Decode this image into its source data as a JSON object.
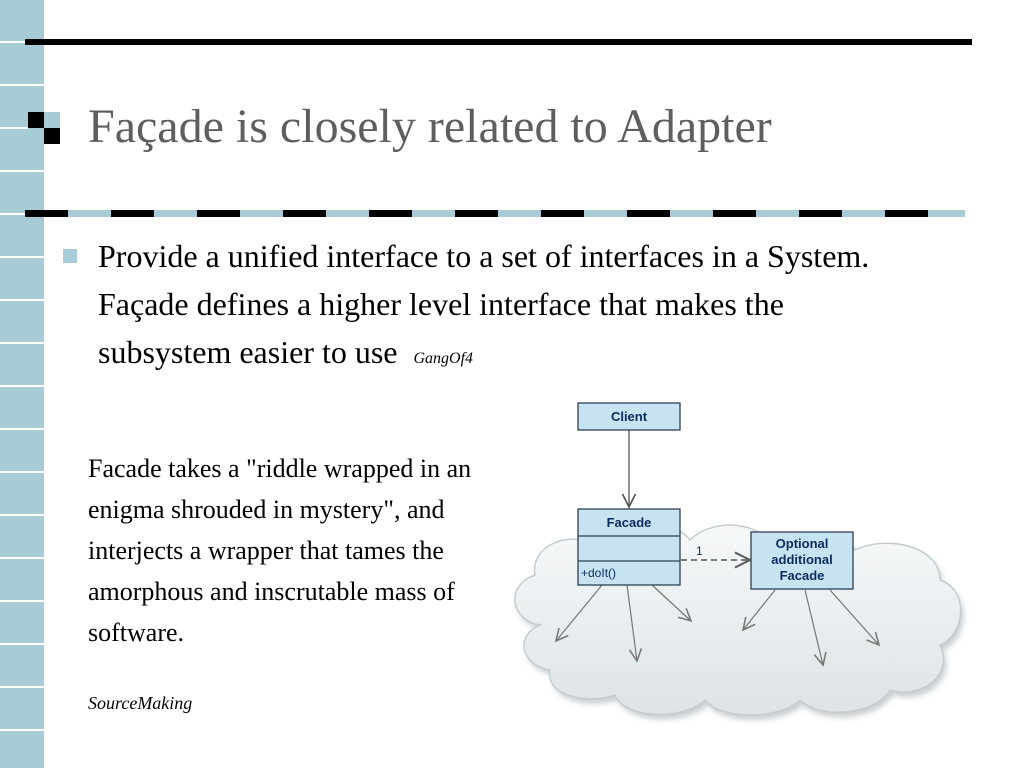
{
  "slide": {
    "title": "Façade is closely related to Adapter",
    "bullet": {
      "text": "Provide a unified interface to a set of interfaces in a System.  Façade defines a higher level interface that makes the subsystem easier to use",
      "reference": "GangOf4"
    },
    "quote": {
      "text": "Facade takes a \"riddle wrapped in an enigma shrouded in mystery\", and interjects a wrapper that tames the amorphous and inscrutable mass of software.",
      "source": "SourceMaking"
    }
  },
  "diagram": {
    "client_label": "Client",
    "facade_label": "Facade",
    "facade_method": "+doIt()",
    "dependency_multiplicity": "1",
    "optional_line1": "Optional",
    "optional_line2": "additional",
    "optional_line3": "Facade"
  },
  "colors": {
    "accent_teal": "#a7ccd6",
    "title_gray": "#5e5e5e",
    "box_fill": "#c7e2f1",
    "box_stroke": "#2f3f55"
  }
}
